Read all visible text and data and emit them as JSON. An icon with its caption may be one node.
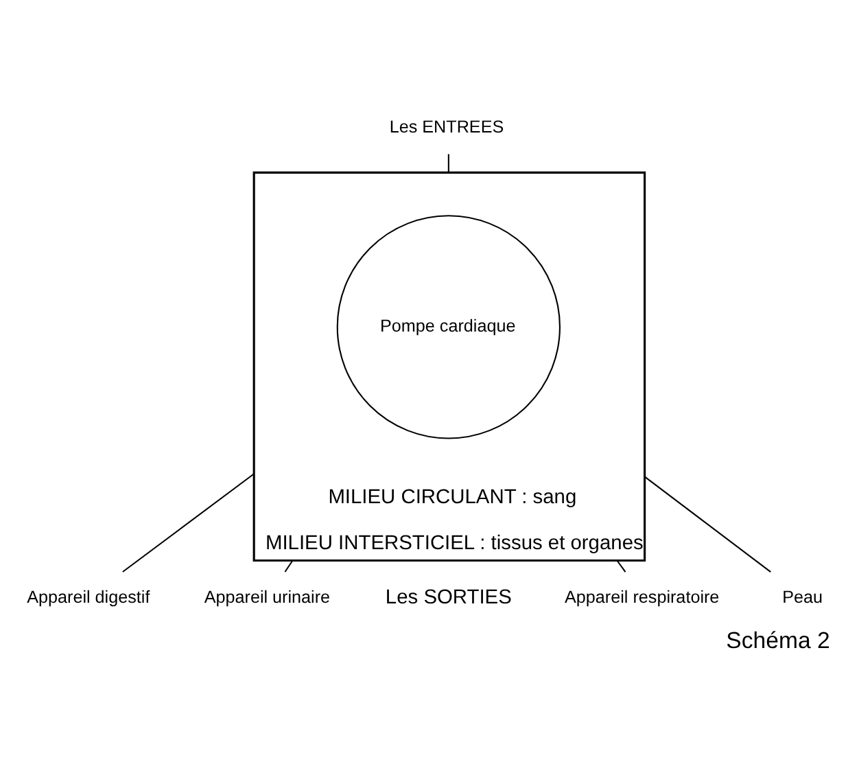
{
  "diagram": {
    "caption": "Schéma 2",
    "nodes": [
      {
        "text": [
          "MILIEU CIRCULANT : sang",
          "MILIEU INTERSTICIEL : tissus et organes"
        ]
      },
      {
        "text": [
          "Pompe cardiaque"
        ],
        "in": 0
      },
      {
        "text": [
          "Les ENTREES"
        ]
      },
      {
        "text": [
          "Appareil digestif"
        ]
      },
      {
        "text": [
          "Appareil urinaire"
        ]
      },
      {
        "text": [
          "Appareil respiratoire"
        ]
      },
      {
        "text": [
          "Peau"
        ]
      }
    ],
    "edges": [
      {
        "from": 2,
        "to": 0,
        "arrow": "none"
      },
      {
        "from": 0,
        "to": 3,
        "arrow": "none"
      },
      {
        "from": 0,
        "to": 4,
        "arrow": "none"
      },
      {
        "from": 0,
        "to": 5,
        "arrow": "none"
      },
      {
        "from": 0,
        "to": 6,
        "arrow": "none"
      }
    ],
    "labels": [
      "Les SORTIES"
    ]
  }
}
